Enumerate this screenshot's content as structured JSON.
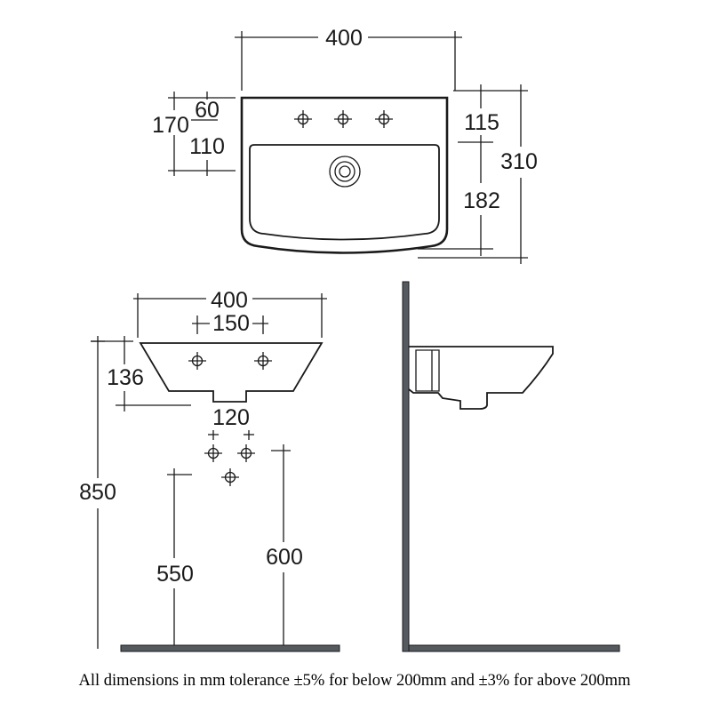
{
  "colors": {
    "line": "#1a1a1a",
    "wall": "#555a60",
    "background": "#ffffff"
  },
  "top_view": {
    "width_label": "400",
    "depth_label": "310",
    "left_outer_label": "170",
    "left_upper_label": "60",
    "left_lower_label": "110",
    "right_upper_label": "115",
    "right_lower_label": "182"
  },
  "front_view": {
    "width_label": "400",
    "tap_spacing_label": "150",
    "basin_height_label": "136",
    "waste_width_label": "120",
    "overall_height_label": "850",
    "waste_height_label": "550",
    "supply_height_label": "600"
  },
  "caption": "All dimensions in mm tolerance ±5% for below 200mm and ±3% for above 200mm"
}
